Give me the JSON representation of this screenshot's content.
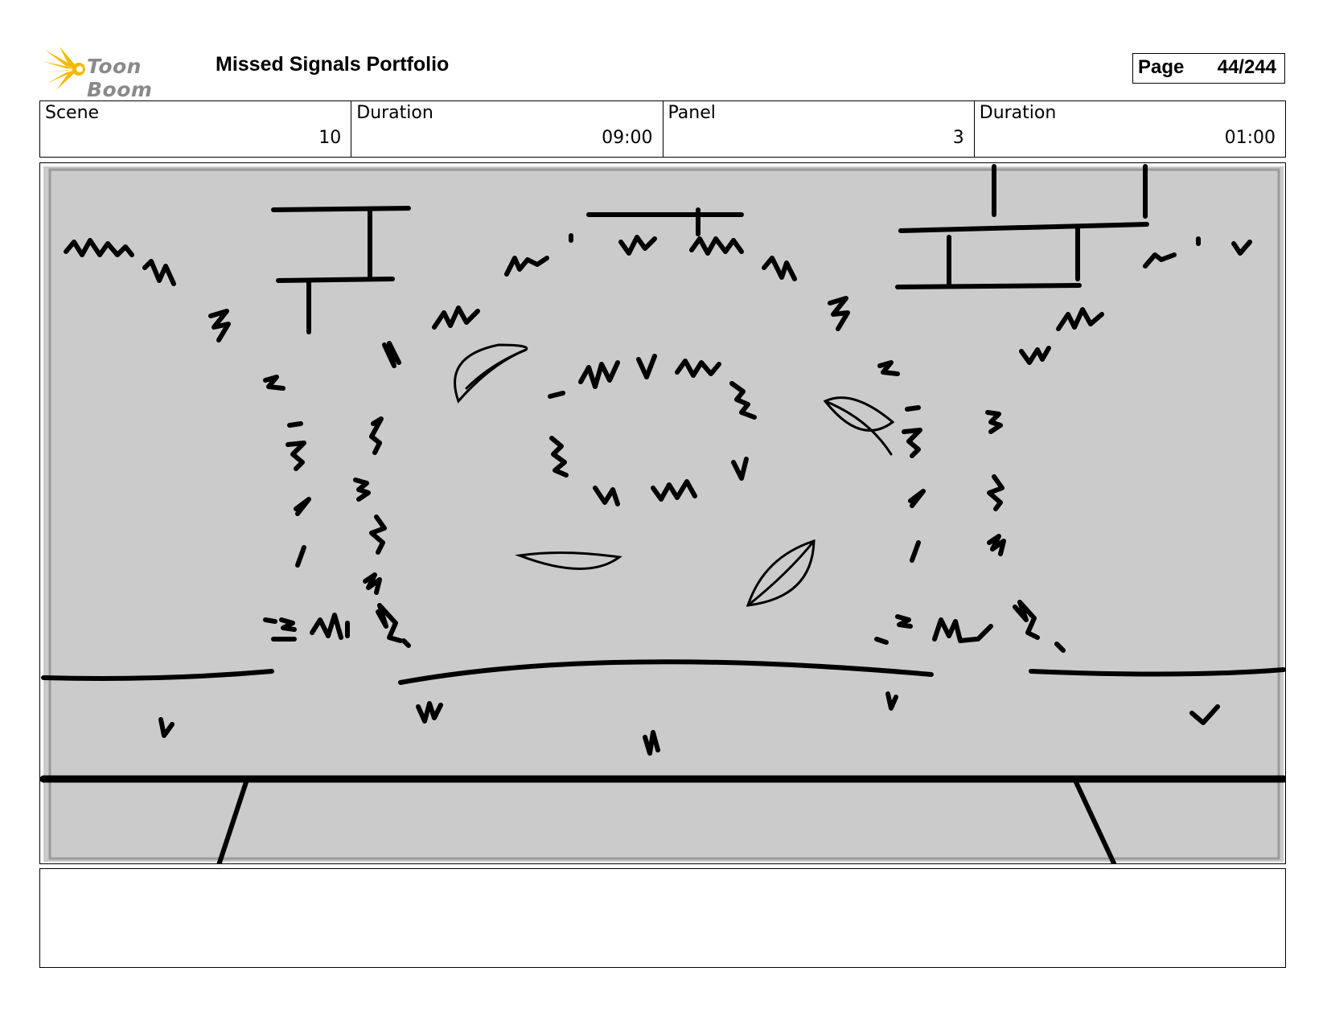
{
  "header": {
    "brand": "Toon Boom",
    "title": "Missed Signals Portfolio",
    "page_label": "Page",
    "page_value": "44/244"
  },
  "info": {
    "scene_label": "Scene",
    "scene_value": "10",
    "scene_duration_label": "Duration",
    "scene_duration_value": "09:00",
    "panel_label": "Panel",
    "panel_value": "3",
    "panel_duration_label": "Duration",
    "panel_duration_value": "01:00"
  },
  "notes": {
    "text": ""
  },
  "colors": {
    "logo_yellow": "#f5b800",
    "panel_gray": "#cbcbcb"
  }
}
